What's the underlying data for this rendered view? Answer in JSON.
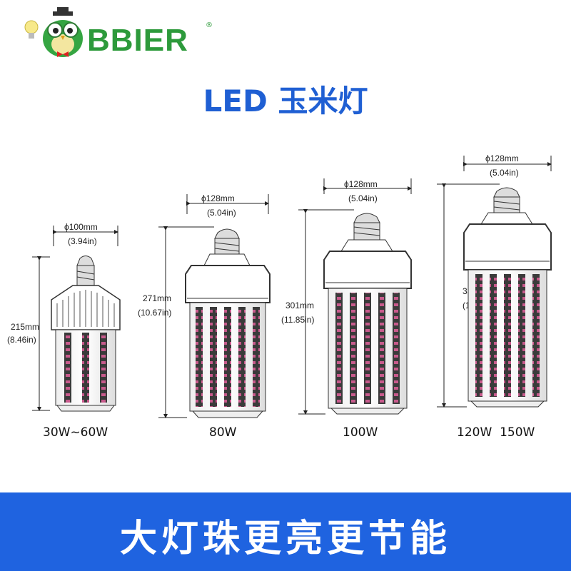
{
  "brand": {
    "name": "BBIER",
    "registered": "®"
  },
  "title": "LED 玉米灯",
  "products": [
    {
      "diameter": "ϕ100mm",
      "diameter_in": "(3.94in)",
      "height": "215mm",
      "height_in": "(8.46in)",
      "watt": "30W~60W"
    },
    {
      "diameter": "ϕ128mm",
      "diameter_in": "(5.04in)",
      "height": "271mm",
      "height_in": "(10.67in)",
      "watt": "80W"
    },
    {
      "diameter": "ϕ128mm",
      "diameter_in": "(5.04in)",
      "height": "301mm",
      "height_in": "(11.85in)",
      "watt": "100W"
    },
    {
      "diameter": "ϕ128mm",
      "diameter_in": "(5.04in)",
      "height": "331mm",
      "height_in": "(13.03in)",
      "watt": "120W  150W"
    }
  ],
  "banner": "大灯珠更亮更节能",
  "colors": {
    "brand_green": "#2d9a3b",
    "title_blue": "#1f5fd3",
    "banner_blue": "#1f63e0"
  }
}
